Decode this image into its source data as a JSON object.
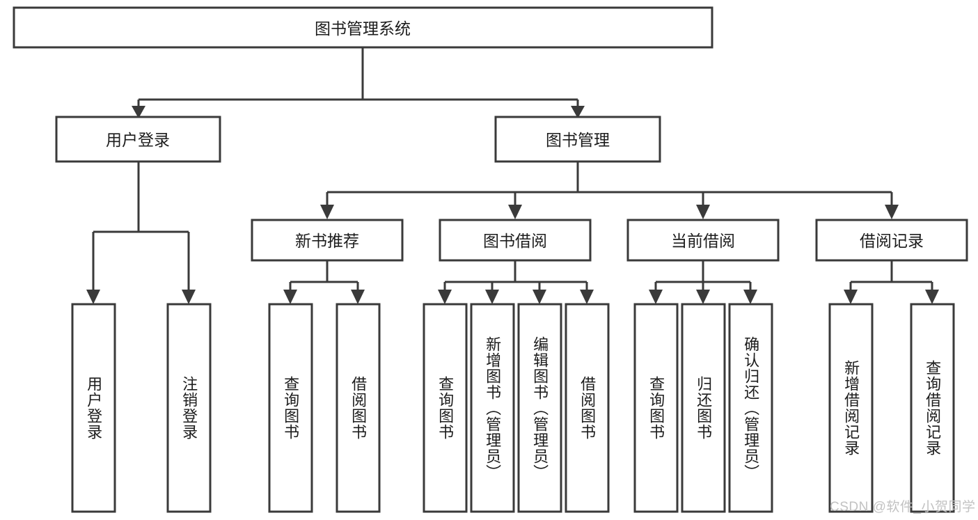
{
  "diagram": {
    "title": "图书管理系统",
    "type": "tree",
    "watermark": "CSDN @软件_小贺同学",
    "colors": {
      "box_stroke": "#3a3a3a",
      "box_fill": "#ffffff",
      "text": "#1c1c1c",
      "connector": "#3a3a3a",
      "watermark": "#c2c2c2",
      "background": "#ffffff"
    },
    "root": {
      "label": "图书管理系统"
    },
    "level1": [
      {
        "label": "用户登录"
      },
      {
        "label": "图书管理"
      }
    ],
    "level2": [
      {
        "label": "新书推荐"
      },
      {
        "label": "图书借阅"
      },
      {
        "label": "当前借阅"
      },
      {
        "label": "借阅记录"
      }
    ],
    "leaves": {
      "user_login": [
        {
          "label": "用户登录"
        },
        {
          "label": "注销登录"
        }
      ],
      "new_book_recommend": [
        {
          "label": "查询图书"
        },
        {
          "label": "借阅图书"
        }
      ],
      "book_borrow": [
        {
          "label": "查询图书"
        },
        {
          "label": "新增图书（管理员）"
        },
        {
          "label": "编辑图书（管理员）"
        },
        {
          "label": "借阅图书"
        }
      ],
      "current_borrow": [
        {
          "label": "查询图书"
        },
        {
          "label": "归还图书"
        },
        {
          "label": "确认归还（管理员）"
        }
      ],
      "borrow_record": [
        {
          "label": "新增借阅记录"
        },
        {
          "label": "查询借阅记录"
        }
      ]
    }
  }
}
